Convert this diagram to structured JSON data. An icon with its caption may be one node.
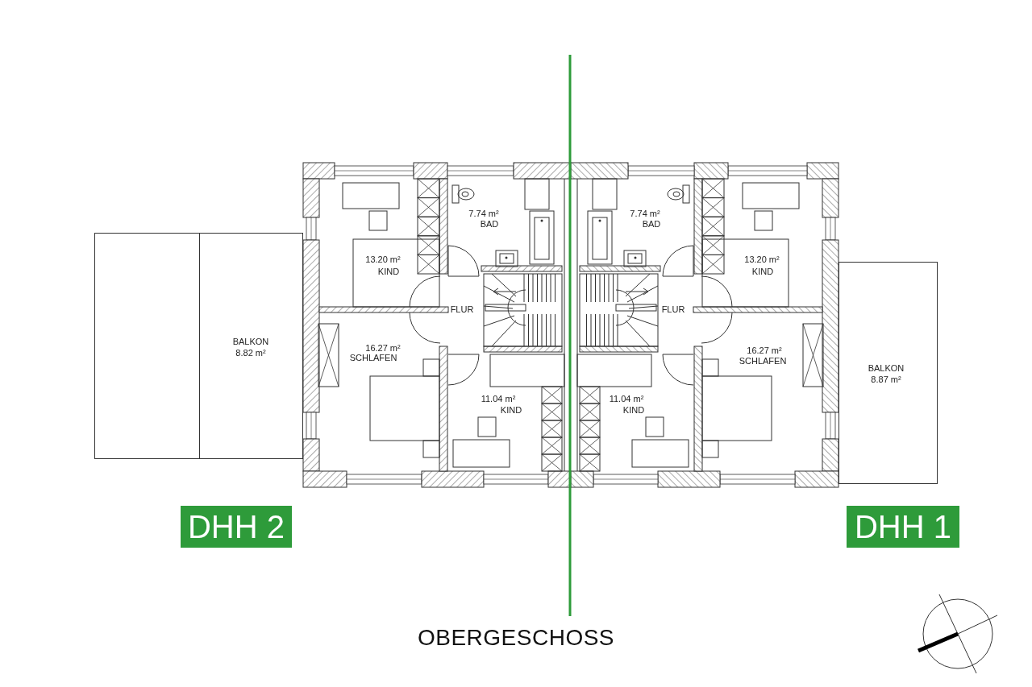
{
  "diagram": {
    "title": "OBERGESCHOSS",
    "nodes": [
      {
        "text": [
          "BALKON",
          "8.82 m²"
        ]
      },
      {
        "text": [
          "BALKON",
          "8.87 m²"
        ]
      },
      {
        "text": [
          "DHH 2"
        ]
      },
      {
        "text": [
          "DHH 1"
        ]
      }
    ],
    "labels": [
      "7.74 m²",
      "7.74 m²",
      "BAD",
      "BAD",
      "13.20 m²",
      "13.20 m²",
      "KIND",
      "KIND",
      "FLUR",
      "FLUR",
      "16.27 m²",
      "16.27 m²",
      "SCHLAFEN",
      "SCHLAFEN",
      "11.04 m²",
      "11.04 m²",
      "KIND",
      "KIND"
    ]
  }
}
